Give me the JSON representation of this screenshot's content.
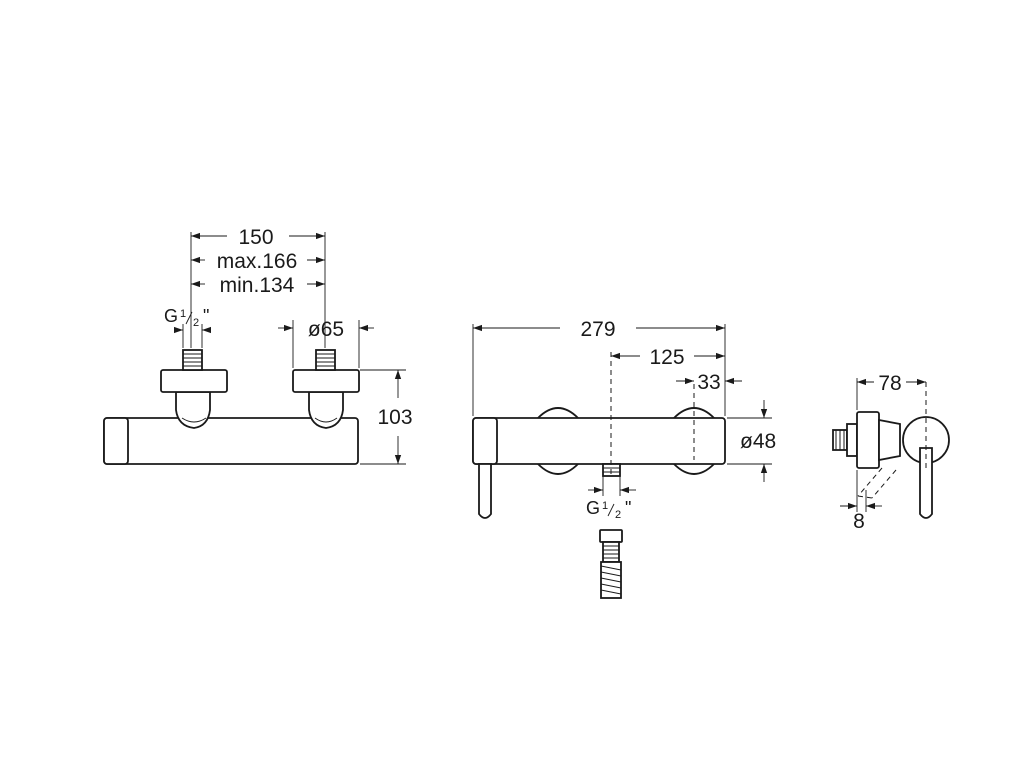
{
  "front_view": {
    "width_150": "150",
    "width_max": "max.166",
    "width_min": "min.134",
    "inlet_thread": "G",
    "inlet_thread_num": "1",
    "inlet_thread_den": "2",
    "inlet_thread_unit": "\"",
    "flange_diameter": "ø65",
    "height": "103"
  },
  "top_view": {
    "total_length": "279",
    "outlet_offset": "125",
    "handle_offset": "33",
    "body_diameter": "ø48",
    "outlet_thread": "G",
    "outlet_thread_num": "1",
    "outlet_thread_den": "2",
    "outlet_thread_unit": "\""
  },
  "side_view": {
    "depth": "78",
    "offset": "8"
  },
  "colors": {
    "line": "#1a1a1a",
    "background": "#ffffff"
  }
}
